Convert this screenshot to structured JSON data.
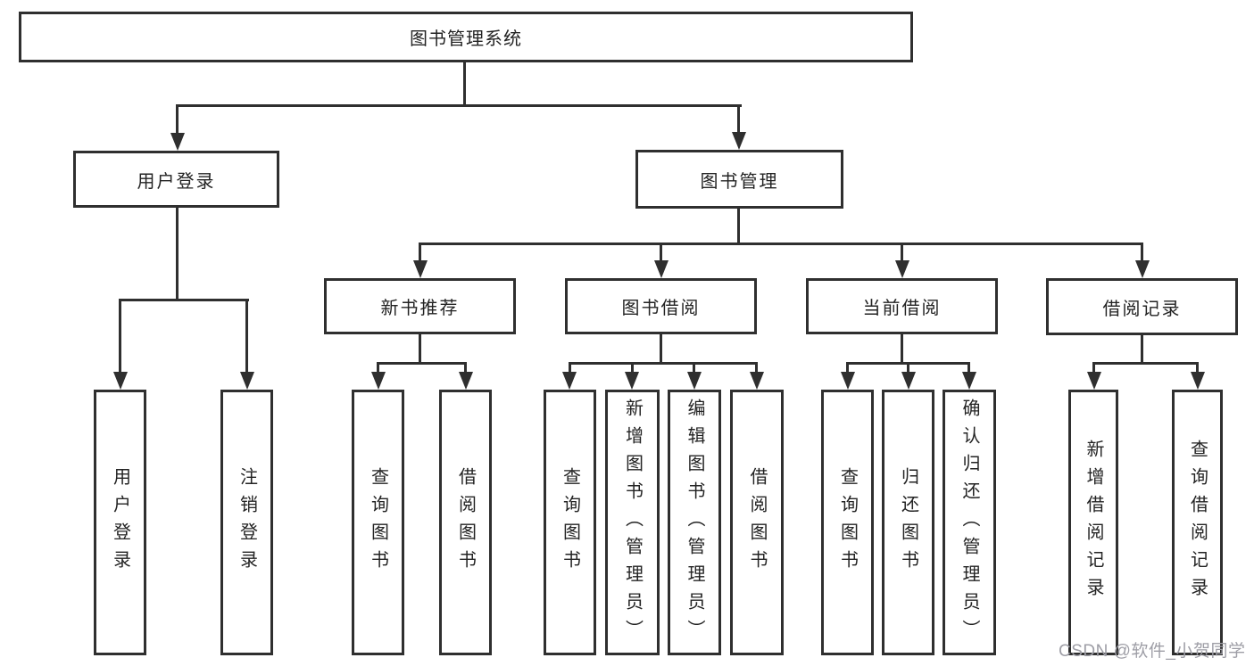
{
  "nodes": {
    "root": "图书管理系统",
    "login": "用户登录",
    "manage": "图书管理",
    "newbook": "新书推荐",
    "borrow": "图书借阅",
    "current": "当前借阅",
    "records": "借阅记录",
    "login_children": [
      "用户登录",
      "注销登录"
    ],
    "newbook_children": [
      "查询图书",
      "借阅图书"
    ],
    "borrow_children": [
      "查询图书",
      "新增图书（管理员）",
      "编辑图书（管理员）",
      "借阅图书"
    ],
    "current_children": [
      "查询图书",
      "归还图书",
      "确认归还（管理员）"
    ],
    "records_children": [
      "新增借阅记录",
      "查询借阅记录"
    ]
  },
  "watermark": "CSDN @软件_小贺同学",
  "colors": {
    "line": "#2f2f2f",
    "text": "#232323",
    "watermark": "#9e9ea6",
    "background": "#ffffff"
  }
}
